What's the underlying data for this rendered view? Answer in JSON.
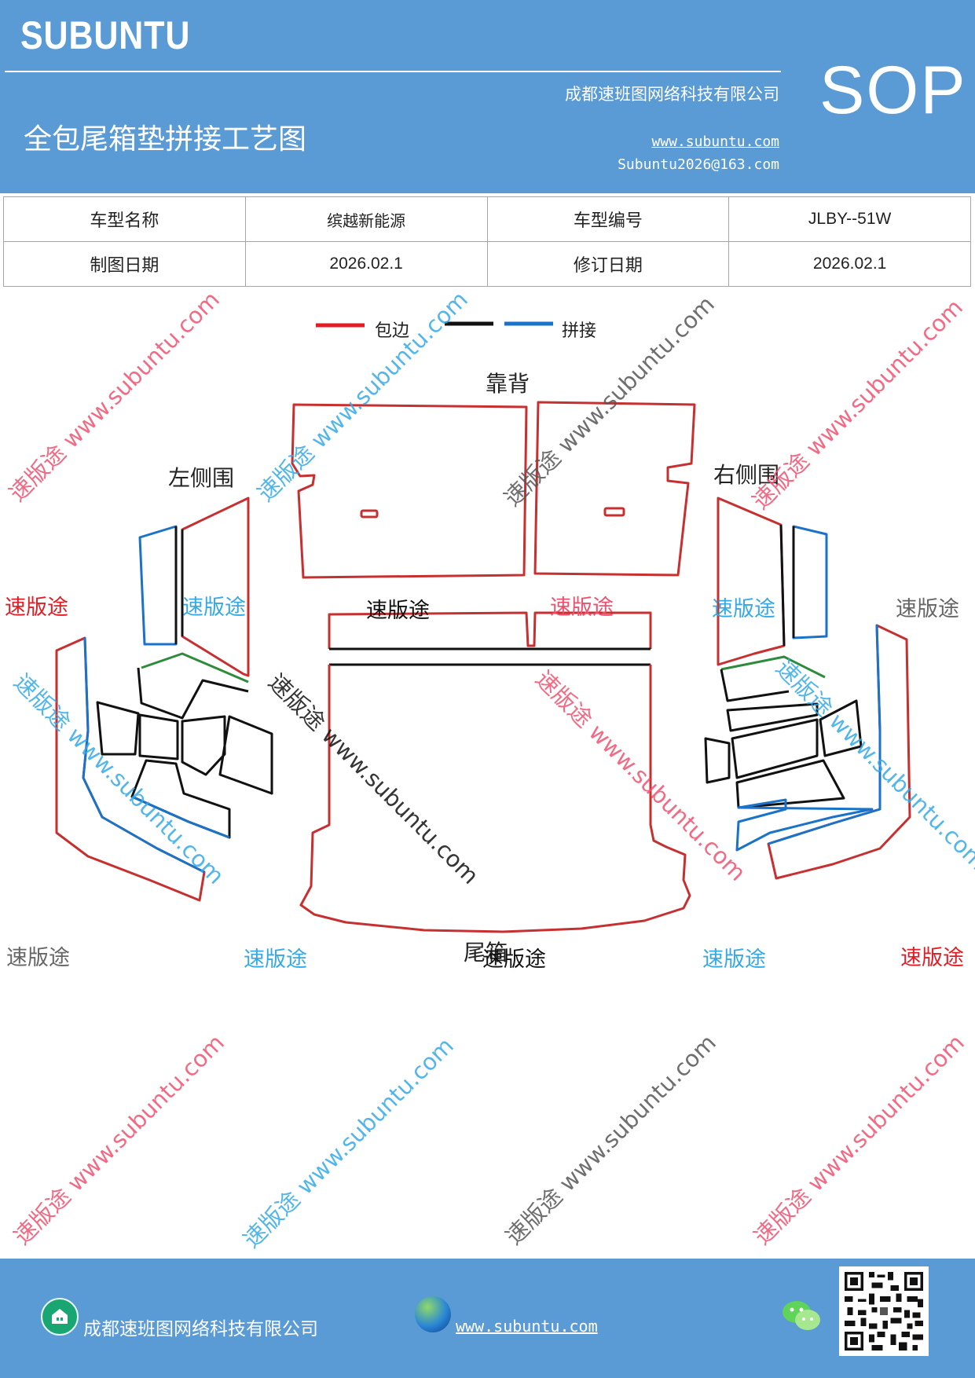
{
  "header": {
    "brand": "SUBUNTU",
    "company": "成都速班图网络科技有限公司",
    "title": "全包尾箱垫拼接工艺图",
    "url": "www.subuntu.com",
    "email": "Subuntu2026@163.com",
    "sop": "SOP"
  },
  "info": {
    "model_name_label": "车型名称",
    "model_name": "缤越新能源",
    "model_code_label": "车型编号",
    "model_code": "JLBY--51W",
    "draw_date_label": "制图日期",
    "draw_date": "2026.02.1",
    "revise_date_label": "修订日期",
    "revise_date": "2026.02.1"
  },
  "legend": {
    "edge_label": "包边",
    "splice_label": "拼接",
    "colors": {
      "edge": "#e31b23",
      "middle": "#111111",
      "splice": "#1a73c8",
      "green": "#2e8b3c"
    }
  },
  "parts": {
    "backrest": "靠背",
    "left_side": "左侧围",
    "right_side": "右侧围",
    "trunk": "尾箱"
  },
  "watermark": {
    "text": "速版途 www.subuntu.com",
    "short": "速版途"
  },
  "footer": {
    "company": "成都速班图网络科技有限公司",
    "url": "www.subuntu.com"
  },
  "icons": {
    "home": "home-icon",
    "globe": "globe-icon",
    "wechat": "wechat-icon",
    "qr": "qr-code"
  }
}
